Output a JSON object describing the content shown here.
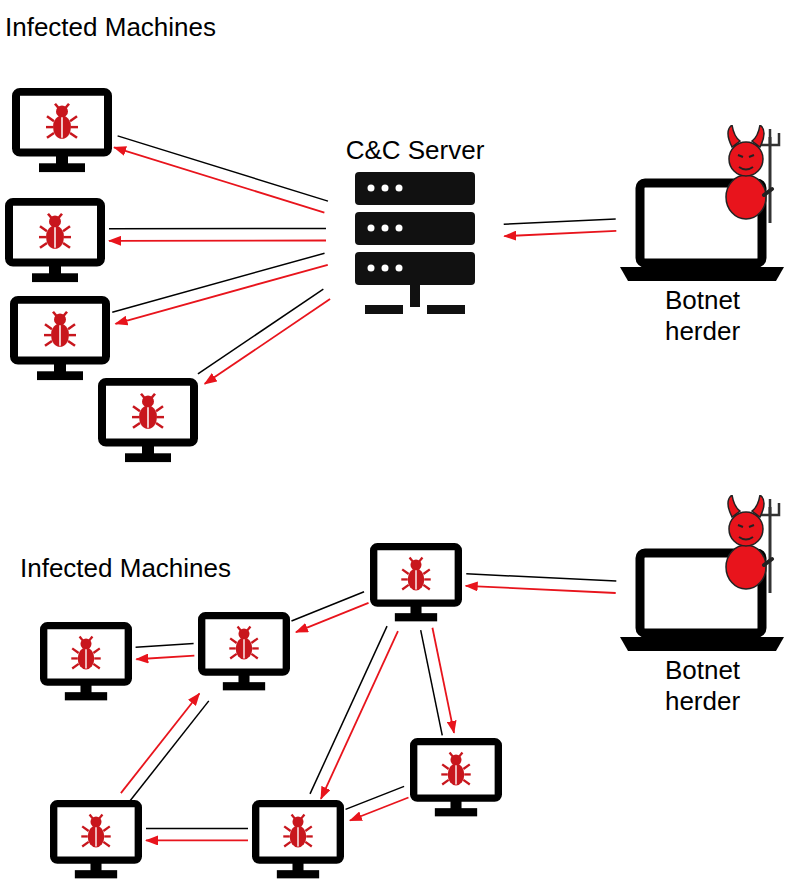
{
  "diagram": {
    "nodes": [
      {
        "text": []
      },
      {
        "text": []
      },
      {
        "text": []
      },
      {
        "text": []
      },
      {
        "text": [
          "C&C Server"
        ]
      },
      {
        "text": [
          "Botnet herder"
        ]
      },
      {
        "text": []
      },
      {
        "text": []
      },
      {
        "text": []
      },
      {
        "text": []
      },
      {
        "text": []
      },
      {
        "text": []
      },
      {
        "text": [
          "Botnet herder"
        ]
      }
    ],
    "edges": [
      {
        "from": 5,
        "to": 4,
        "arrow": "to"
      },
      {
        "from": 4,
        "to": 0,
        "arrow": "to"
      },
      {
        "from": 4,
        "to": 1,
        "arrow": "to"
      },
      {
        "from": 4,
        "to": 2,
        "arrow": "to"
      },
      {
        "from": 4,
        "to": 3,
        "arrow": "to"
      },
      {
        "from": 12,
        "to": 6,
        "arrow": "to"
      },
      {
        "from": 6,
        "to": 8,
        "arrow": "to"
      },
      {
        "from": 6,
        "to": 11,
        "arrow": "to"
      },
      {
        "from": 6,
        "to": 9,
        "arrow": "to"
      },
      {
        "from": 9,
        "to": 11,
        "arrow": "to"
      },
      {
        "from": 11,
        "to": 10,
        "arrow": "to"
      },
      {
        "from": 10,
        "to": 8,
        "arrow": "to"
      },
      {
        "from": 8,
        "to": 7,
        "arrow": "to"
      }
    ],
    "labels": [
      "Infected Machines",
      "Infected Machines"
    ]
  }
}
